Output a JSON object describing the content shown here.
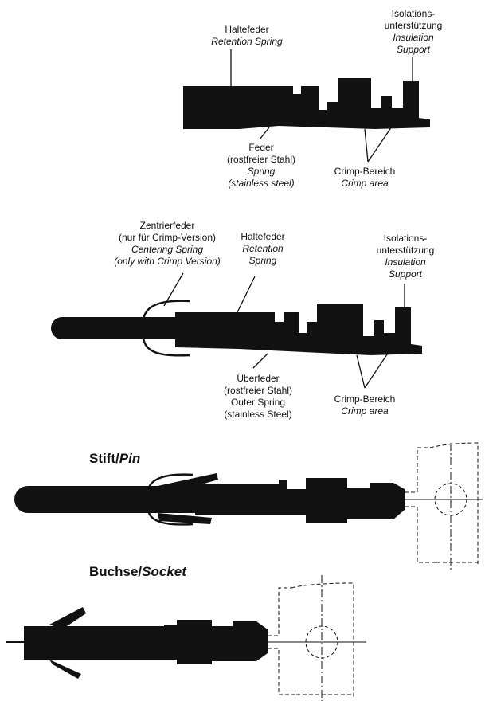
{
  "diagram1": {
    "retention": {
      "de": "Haltefeder",
      "en": "Retention Spring"
    },
    "insulation": {
      "de1": "Isolations-",
      "de2": "unterstützung",
      "en1": "Insulation",
      "en2": "Support"
    },
    "spring": {
      "de1": "Feder",
      "de2": "(rostfreier Stahl)",
      "en1": "Spring",
      "en2": "(stainless steel)"
    },
    "crimp": {
      "de": "Crimp-Bereich",
      "en": "Crimp area"
    }
  },
  "diagram2": {
    "centering": {
      "de1": "Zentrierfeder",
      "de2": "(nur für Crimp-Version)",
      "en1": "Centering Spring",
      "en2": "(only with Crimp Version)"
    },
    "retention": {
      "de": "Haltefeder",
      "en1": "Retention",
      "en2": "Spring"
    },
    "insulation": {
      "de1": "Isolations-",
      "de2": "unterstützung",
      "en1": "Insulation",
      "en2": "Support"
    },
    "outer": {
      "de1": "Überfeder",
      "de2": "(rostfreier Stahl)",
      "en1": "Outer Spring",
      "en2": "(stainless Steel)"
    },
    "crimp": {
      "de": "Crimp-Bereich",
      "en": "Crimp area"
    }
  },
  "pin": {
    "de": "Stift/",
    "en": "Pin"
  },
  "socket": {
    "de": "Buchse/",
    "en": "Socket"
  }
}
